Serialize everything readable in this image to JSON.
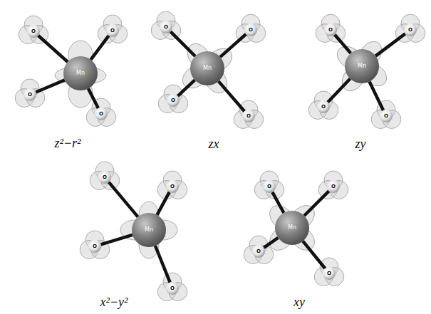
{
  "diagram": {
    "nodes": [
      {
        "text": [
          "Mn"
        ]
      },
      {
        "text": [
          "O"
        ]
      },
      {
        "text": [
          "O"
        ]
      },
      {
        "text": [
          "O"
        ]
      },
      {
        "text": [
          "O"
        ]
      },
      {
        "text": [
          "Mn"
        ]
      },
      {
        "text": [
          "O"
        ]
      },
      {
        "text": [
          "O"
        ]
      },
      {
        "text": [
          "O"
        ]
      },
      {
        "text": [
          "O"
        ]
      },
      {
        "text": [
          "Mn"
        ]
      },
      {
        "text": [
          "O"
        ]
      },
      {
        "text": [
          "O"
        ]
      },
      {
        "text": [
          "O"
        ]
      },
      {
        "text": [
          "O"
        ]
      },
      {
        "text": [
          "Mn"
        ]
      },
      {
        "text": [
          "O"
        ]
      },
      {
        "text": [
          "O"
        ]
      },
      {
        "text": [
          "O"
        ]
      },
      {
        "text": [
          "O"
        ]
      },
      {
        "text": [
          "Mn"
        ]
      },
      {
        "text": [
          "O"
        ]
      },
      {
        "text": [
          "O"
        ]
      },
      {
        "text": [
          "O"
        ]
      },
      {
        "text": [
          "O"
        ]
      }
    ],
    "edges": [
      {
        "from": 0,
        "to": 1,
        "arrow": "none"
      },
      {
        "from": 0,
        "to": 2,
        "arrow": "none"
      },
      {
        "from": 0,
        "to": 3,
        "arrow": "none"
      },
      {
        "from": 0,
        "to": 4,
        "arrow": "none"
      },
      {
        "from": 5,
        "to": 6,
        "arrow": "none"
      },
      {
        "from": 5,
        "to": 7,
        "arrow": "none"
      },
      {
        "from": 5,
        "to": 8,
        "arrow": "none"
      },
      {
        "from": 5,
        "to": 9,
        "arrow": "none"
      },
      {
        "from": 10,
        "to": 11,
        "arrow": "none"
      },
      {
        "from": 10,
        "to": 12,
        "arrow": "none"
      },
      {
        "from": 10,
        "to": 13,
        "arrow": "none"
      },
      {
        "from": 10,
        "to": 14,
        "arrow": "none"
      },
      {
        "from": 15,
        "to": 16,
        "arrow": "none"
      },
      {
        "from": 15,
        "to": 17,
        "arrow": "none"
      },
      {
        "from": 15,
        "to": 18,
        "arrow": "none"
      },
      {
        "from": 15,
        "to": 19,
        "arrow": "none"
      },
      {
        "from": 20,
        "to": 21,
        "arrow": "none"
      },
      {
        "from": 20,
        "to": 22,
        "arrow": "none"
      },
      {
        "from": 20,
        "to": 23,
        "arrow": "none"
      },
      {
        "from": 20,
        "to": 24,
        "arrow": "none"
      }
    ],
    "labels": [
      "z²−r²",
      "zx",
      "zy",
      "x²−y²",
      "xy"
    ]
  }
}
